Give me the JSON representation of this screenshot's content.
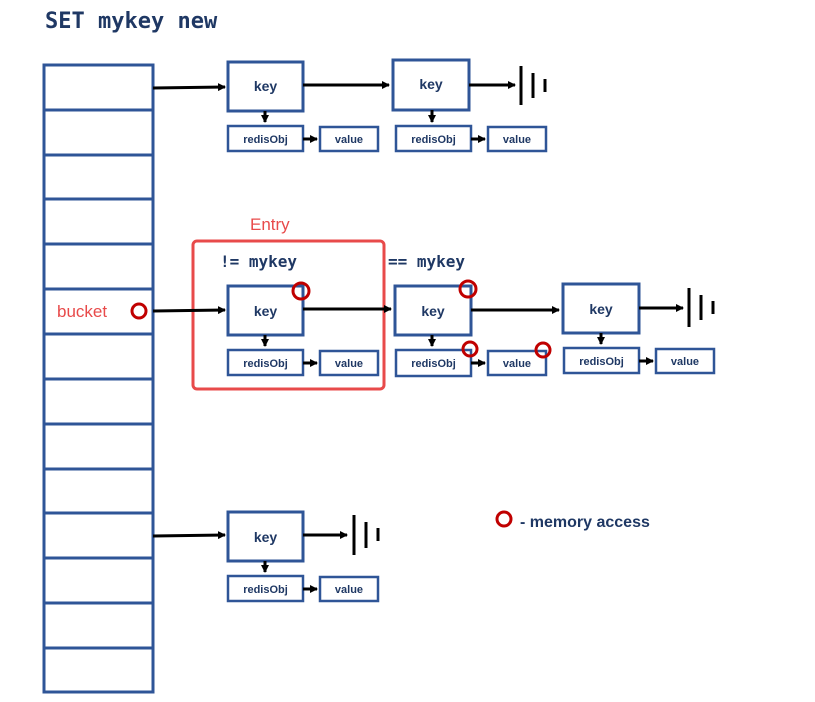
{
  "title": "SET mykey new",
  "labels": {
    "entry": "Entry",
    "bucket": "bucket",
    "not_equal": "!= mykey",
    "equal": "== mykey",
    "key": "key",
    "redisobj": "redisObj",
    "value": "value"
  },
  "legend": {
    "text": "- memory access"
  },
  "colors": {
    "box_stroke": "#2f5597",
    "text": "#1f3864",
    "highlight": "#e84a4a",
    "memory_access": "#c00000"
  }
}
